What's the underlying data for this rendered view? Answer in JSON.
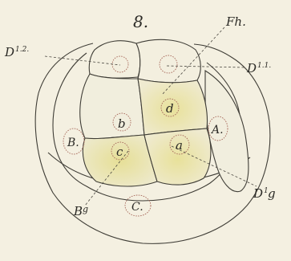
{
  "figure": {
    "number": "8.",
    "labels": {
      "fh": "Fh.",
      "d12": "D",
      "d12_sup": "1.2.",
      "d11": "D",
      "d11_sup": "1.1.",
      "d1g": "D",
      "d1g_sup": "1",
      "d1g_suffix": "g",
      "bg": "B",
      "bg_suffix": "g",
      "a_big": "A.",
      "b_big": "B.",
      "c_big": "C.",
      "a": "a",
      "b": "b",
      "c": "c",
      "d": "d"
    },
    "colors": {
      "paper": "#f4f0e1",
      "ink": "#3f3d36",
      "yolk_tint": "#e9e3a4",
      "nucleus": "#a86a5c"
    }
  }
}
